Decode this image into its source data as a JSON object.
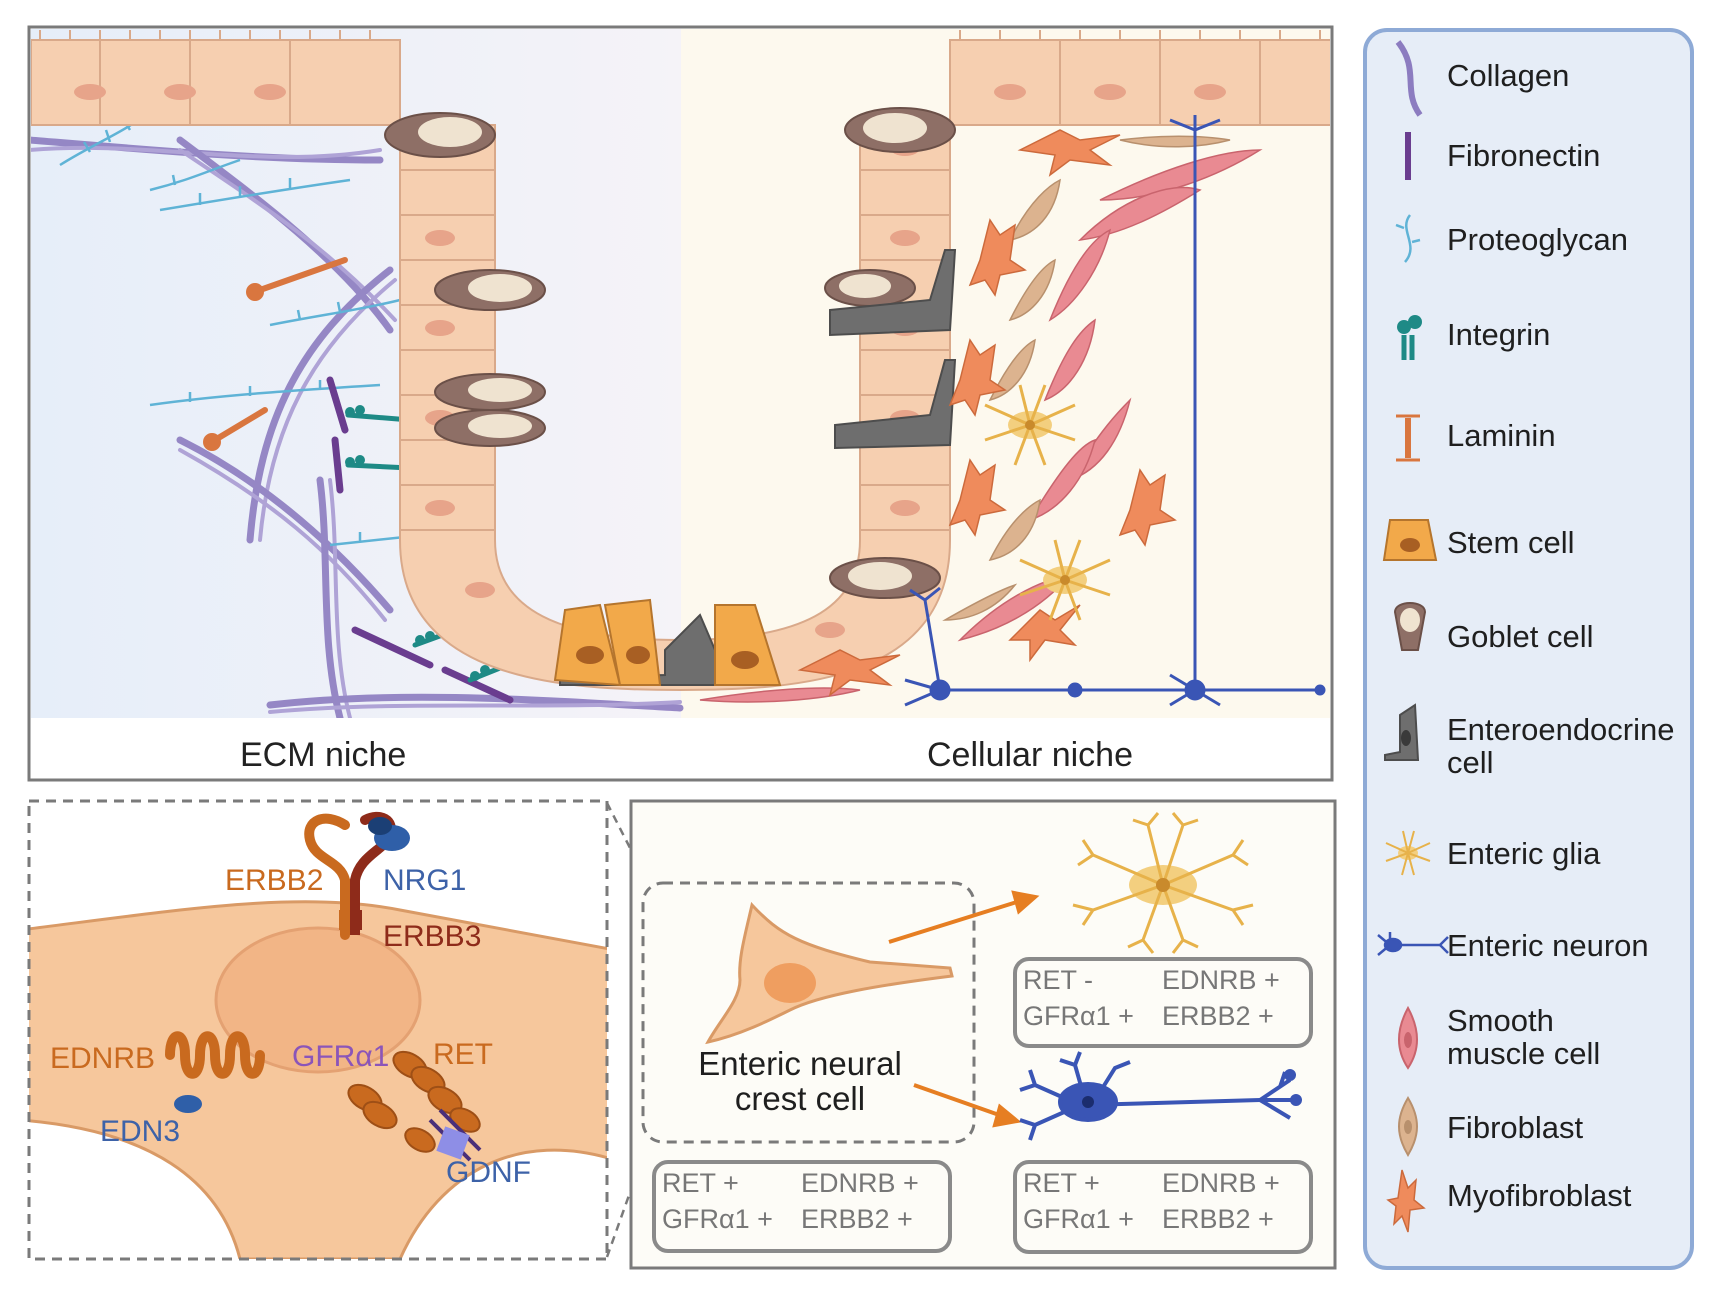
{
  "panels": {
    "ecm_niche_label": "ECM niche",
    "cellular_niche_label": "Cellular niche"
  },
  "receptors": {
    "erbb2": "ERBB2",
    "nrg1": "NRG1",
    "erbb3": "ERBB3",
    "ednrb": "EDNRB",
    "edn3": "EDN3",
    "gfra1": "GFRα1",
    "ret": "RET",
    "gdnf": "GDNF"
  },
  "differentiation": {
    "source_line1": "Enteric neural",
    "source_line2": "crest cell",
    "source_markers": {
      "a": "RET +",
      "b": "EDNRB +",
      "c": "GFRα1 +",
      "d": "ERBB2 +"
    },
    "glia_markers": {
      "a": "RET -",
      "b": "EDNRB +",
      "c": "GFRα1 +",
      "d": "ERBB2 +"
    },
    "neuron_markers": {
      "a": "RET +",
      "b": "EDNRB +",
      "c": "GFRα1 +",
      "d": "ERBB2 +"
    }
  },
  "legend": {
    "items": [
      {
        "label": "Collagen",
        "icon": "collagen-icon"
      },
      {
        "label": "Fibronectin",
        "icon": "fibronectin-icon"
      },
      {
        "label": "Proteoglycan",
        "icon": "proteoglycan-icon"
      },
      {
        "label": "Integrin",
        "icon": "integrin-icon"
      },
      {
        "label": "Laminin",
        "icon": "laminin-icon"
      },
      {
        "label": "Stem cell",
        "icon": "stem-cell-icon"
      },
      {
        "label": "Goblet cell",
        "icon": "goblet-cell-icon"
      },
      {
        "label_line1": "Enteroendocrine",
        "label_line2": "cell",
        "icon": "enteroendocrine-cell-icon"
      },
      {
        "label": "Enteric glia",
        "icon": "enteric-glia-icon"
      },
      {
        "label": "Enteric neuron",
        "icon": "enteric-neuron-icon"
      },
      {
        "label_line1": "Smooth",
        "label_line2": "muscle cell",
        "icon": "smooth-muscle-cell-icon"
      },
      {
        "label": "Fibroblast",
        "icon": "fibroblast-icon"
      },
      {
        "label": "Myofibroblast",
        "icon": "myofibroblast-icon"
      }
    ]
  },
  "colors": {
    "epithelium": "#f6cfb0",
    "epithelium_edge": "#d9a98a",
    "stem": "#f2a94a",
    "collagen": "#8c7cc0",
    "proteoglycan": "#5fb3d6",
    "integrin": "#1e8a86",
    "fibronectin": "#6a3d8f",
    "laminin": "#d9763f",
    "glia": "#e7b24a",
    "neuron": "#3a55b5",
    "smooth_muscle": "#e98a92",
    "fibroblast": "#dcb38f",
    "myofibroblast": "#ef8b5c",
    "ecm_bg": "#eaf0f8",
    "cellular_bg": "#fdf9ee",
    "legend_bg": "#e6edf7",
    "legend_border": "#8eaad6",
    "arrow": "#e67e22"
  }
}
